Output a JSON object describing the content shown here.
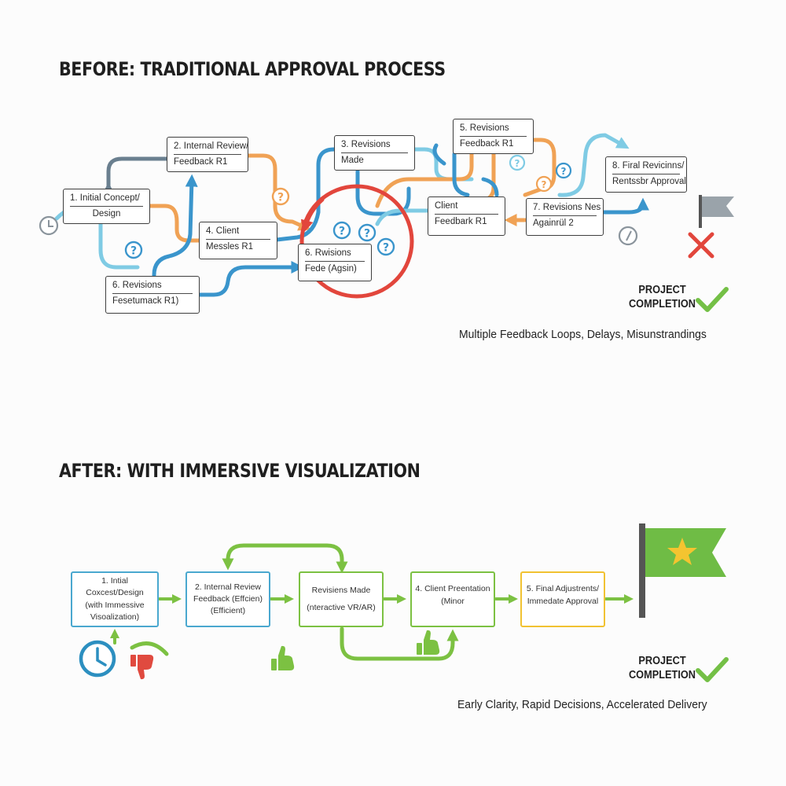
{
  "before": {
    "heading": "BEFORE: TRADITIONAL APPROVAL PROCESS",
    "boxes": [
      {
        "l1": "1. Initial Concept/",
        "l2": "Design"
      },
      {
        "l1": "2. Internal Review/",
        "l2": "Feedback R1"
      },
      {
        "l1": "3. Revisions",
        "l2": "Made"
      },
      {
        "l1": "4. Client",
        "l2": "Messles R1"
      },
      {
        "l1": "5. Revisions",
        "l2": "Feedback R1"
      },
      {
        "l1": "6. Revisions",
        "l2": "Fesetumack R1)"
      },
      {
        "l1": "6. Rwisions",
        "l2": "Fede (Agsin)"
      },
      {
        "l1": "Client",
        "l2": "Feedbark R1"
      },
      {
        "l1": "7. Revisions Nes",
        "l2": "Againrül 2"
      },
      {
        "l1": "8. Firal Revicinns/",
        "l2": "Rentssbr Approval"
      }
    ],
    "question_mark": "?",
    "completion": {
      "line1": "PROJECT",
      "line2": "COMPLETION"
    },
    "summary": "Multiple Feedback Loops, Delays, Misunstrandings",
    "colors": {
      "blue": "#3a95cc",
      "light_blue": "#7fcbe4",
      "orange": "#f0a255",
      "red": "#e2463c",
      "slate": "#6a7f8f",
      "green": "#74c046"
    }
  },
  "after": {
    "heading": "AFTER: WITH IMMERSIVE VISUALIZATION",
    "boxes": [
      {
        "l1": "1. Intial Coxcest/Design",
        "l2": "(with Immessive",
        "l3": "Visoalization)"
      },
      {
        "l1": "2. Internal Review",
        "l2": "Feedback (Effcien)",
        "l3": "(Efficient)"
      },
      {
        "l1": "Revisiens Made",
        "l2": "",
        "l3": "(nteractive VR/AR)"
      },
      {
        "l1": "4. Client Preentation",
        "l2": "(Minor",
        "l3": ""
      },
      {
        "l1": "5. Final Adjustrents/",
        "l2": "Immedate Approval",
        "l3": ""
      }
    ],
    "completion": {
      "line1": "PROJECT",
      "line2": "COMPLETION"
    },
    "summary": "Early Clarity, Rapid Decisions, Accelerated Delivery",
    "colors": {
      "blue": "#4aa8cf",
      "green": "#7cc142",
      "yellow": "#f1c232",
      "flag": "#6fbc45",
      "star": "#f4c430",
      "pole": "#555555",
      "clock": "#2c8fc0",
      "thumb_down": "#e04a3f"
    }
  }
}
